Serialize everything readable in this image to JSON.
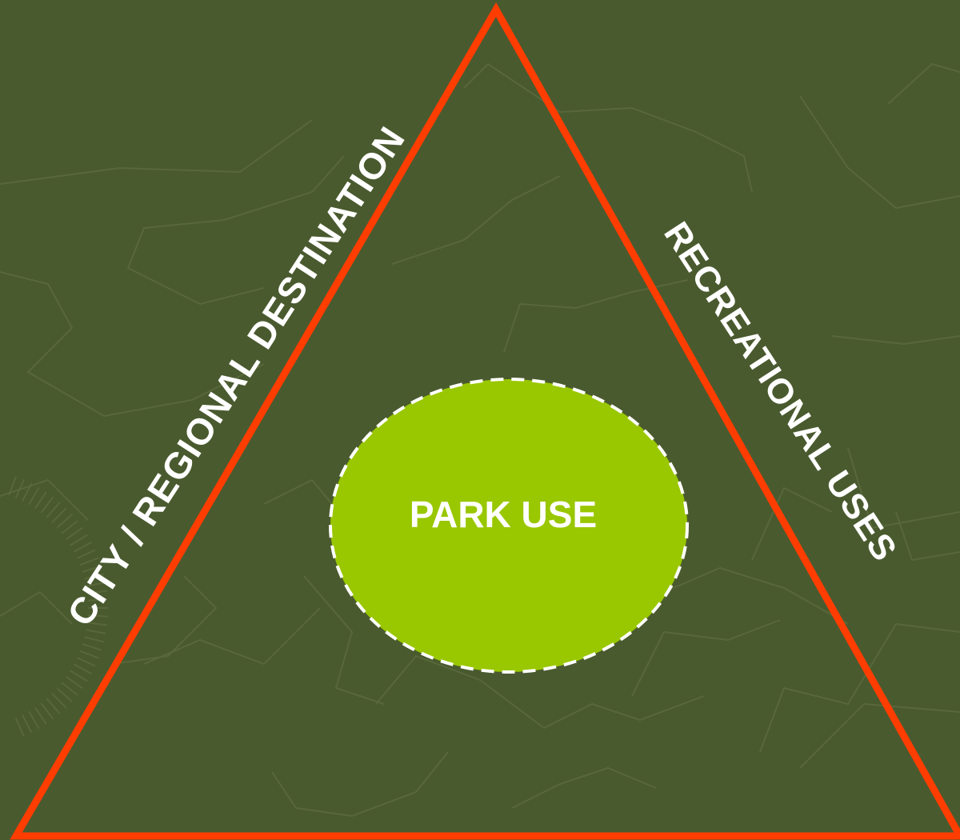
{
  "colors": {
    "background": "#4a5a2f",
    "map_lines": "#5b6b3c",
    "triangle": "#ff3d00",
    "circle_fill": "#99c700",
    "circle_border": "#ffffff",
    "text": "#ffffff"
  },
  "labels": {
    "left_side": "CITY / REGIONAL DESTINATION",
    "right_side": "RECREATIONAL USES",
    "center": "PARK USE"
  }
}
